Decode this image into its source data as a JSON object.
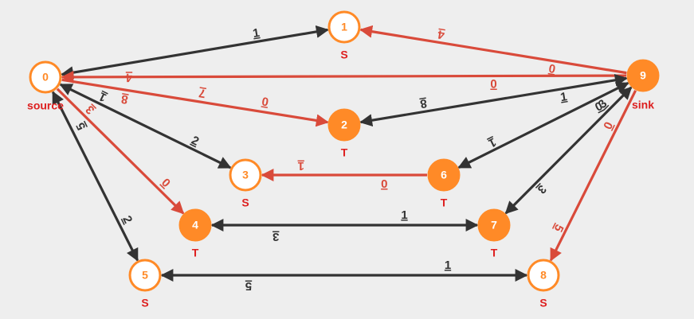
{
  "colors": {
    "background": "#eeeeee",
    "node_orange": "#ff8a27",
    "edge_dark": "#333333",
    "edge_red": "#d94a3a",
    "tag_red": "#dd1f1f"
  },
  "nodes": [
    {
      "id": "0",
      "label": "0",
      "tag": "source",
      "style": "outline"
    },
    {
      "id": "1",
      "label": "1",
      "tag": "S",
      "style": "outline"
    },
    {
      "id": "2",
      "label": "2",
      "tag": "T",
      "style": "filled"
    },
    {
      "id": "3",
      "label": "3",
      "tag": "S",
      "style": "outline"
    },
    {
      "id": "4",
      "label": "4",
      "tag": "T",
      "style": "filled"
    },
    {
      "id": "5",
      "label": "5",
      "tag": "S",
      "style": "outline"
    },
    {
      "id": "6",
      "label": "6",
      "tag": "T",
      "style": "filled"
    },
    {
      "id": "7",
      "label": "7",
      "tag": "T",
      "style": "filled"
    },
    {
      "id": "8",
      "label": "8",
      "tag": "S",
      "style": "outline"
    },
    {
      "id": "9",
      "label": "9",
      "tag": "sink",
      "style": "filled"
    }
  ],
  "edges": [
    {
      "id": "e-0-1",
      "from": "0",
      "to": "1",
      "color": "dark",
      "bidirectional": true,
      "labels": [
        {
          "text": "1",
          "flipped": false
        }
      ]
    },
    {
      "id": "e-9-1",
      "from": "9",
      "to": "1",
      "color": "red",
      "bidirectional": false,
      "labels": [
        {
          "text": "0",
          "flipped": false
        },
        {
          "text": "4",
          "flipped": true
        }
      ]
    },
    {
      "id": "e-9-0",
      "from": "9",
      "to": "0",
      "color": "red",
      "bidirectional": false,
      "labels": [
        {
          "text": "0",
          "flipped": false
        },
        {
          "text": "4",
          "flipped": true
        }
      ]
    },
    {
      "id": "e-0-2",
      "from": "0",
      "to": "2",
      "color": "red",
      "bidirectional": false,
      "labels": [
        {
          "text": "0",
          "flipped": false
        },
        {
          "text": "7",
          "flipped": true
        },
        {
          "text": "8",
          "flipped": true
        }
      ]
    },
    {
      "id": "e-9-2",
      "from": "9",
      "to": "2",
      "color": "dark",
      "bidirectional": true,
      "labels": [
        {
          "text": "1",
          "flipped": false
        },
        {
          "text": "8",
          "flipped": true
        }
      ]
    },
    {
      "id": "e-0-3",
      "from": "0",
      "to": "3",
      "color": "dark",
      "bidirectional": true,
      "labels": [
        {
          "text": "1",
          "flipped": true
        },
        {
          "text": "2",
          "flipped": false
        }
      ]
    },
    {
      "id": "e-0-4",
      "from": "0",
      "to": "4",
      "color": "red",
      "bidirectional": false,
      "labels": [
        {
          "text": "3",
          "flipped": true
        },
        {
          "text": "0",
          "flipped": false
        }
      ]
    },
    {
      "id": "e-0-5",
      "from": "0",
      "to": "5",
      "color": "dark",
      "bidirectional": true,
      "labels": [
        {
          "text": "5",
          "flipped": true
        },
        {
          "text": "2",
          "flipped": false
        }
      ]
    },
    {
      "id": "e-9-6",
      "from": "9",
      "to": "6",
      "color": "dark",
      "bidirectional": true,
      "labels": [
        {
          "text": "0",
          "flipped": false
        },
        {
          "text": "1",
          "flipped": true
        }
      ]
    },
    {
      "id": "e-9-7",
      "from": "9",
      "to": "7",
      "color": "dark",
      "bidirectional": true,
      "labels": [
        {
          "text": "3",
          "flipped": false
        },
        {
          "text": "3",
          "flipped": true
        }
      ]
    },
    {
      "id": "e-9-8",
      "from": "9",
      "to": "8",
      "color": "red",
      "bidirectional": false,
      "labels": [
        {
          "text": "0",
          "flipped": false
        },
        {
          "text": "5",
          "flipped": true
        }
      ]
    },
    {
      "id": "e-6-3",
      "from": "6",
      "to": "3",
      "color": "red",
      "bidirectional": false,
      "labels": [
        {
          "text": "0",
          "flipped": false
        },
        {
          "text": "1",
          "flipped": true
        }
      ]
    },
    {
      "id": "e-4-7",
      "from": "4",
      "to": "7",
      "color": "dark",
      "bidirectional": true,
      "labels": [
        {
          "text": "1",
          "flipped": false
        },
        {
          "text": "3",
          "flipped": true
        }
      ]
    },
    {
      "id": "e-5-8",
      "from": "5",
      "to": "8",
      "color": "dark",
      "bidirectional": true,
      "labels": [
        {
          "text": "1",
          "flipped": false
        },
        {
          "text": "5",
          "flipped": true
        }
      ]
    }
  ]
}
